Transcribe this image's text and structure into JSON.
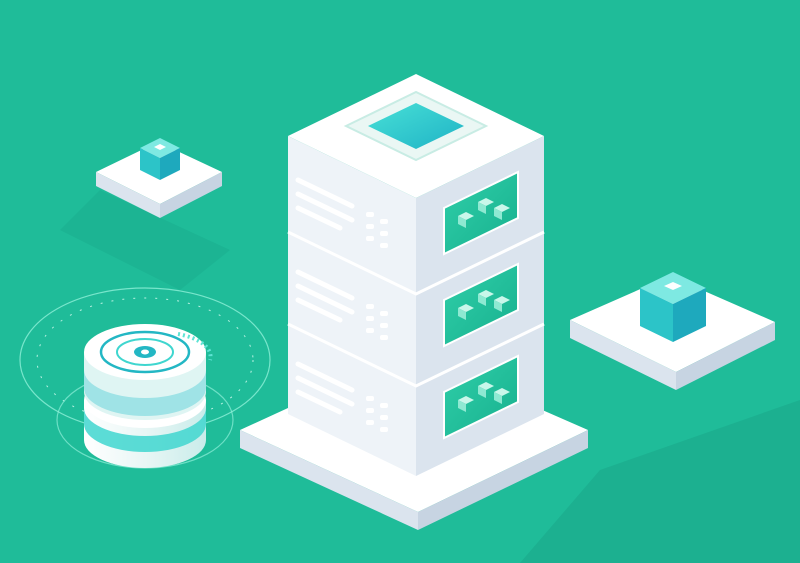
{
  "illustration": {
    "subject": "server-rack-isometric",
    "colors": {
      "background": "#1fbc99",
      "background_shadow": "#1aa887",
      "white": "#ffffff",
      "light_face": "#eef3f8",
      "side_face": "#dbe4ee",
      "panel_green": "#1fbc99",
      "panel_green_light": "#5fe0c2",
      "accent_cyan": "#3fd6cf",
      "accent_teal": "#23b7c4",
      "ring_line": "#8ff0d8"
    },
    "server": {
      "units": 3,
      "top_icon": "square-chip-icon"
    },
    "small_platforms": [
      {
        "name": "platform-left",
        "icon": "cube-icon"
      },
      {
        "name": "platform-right",
        "icon": "cube-icon"
      }
    ],
    "database": {
      "icon": "database-disk-icon"
    }
  }
}
